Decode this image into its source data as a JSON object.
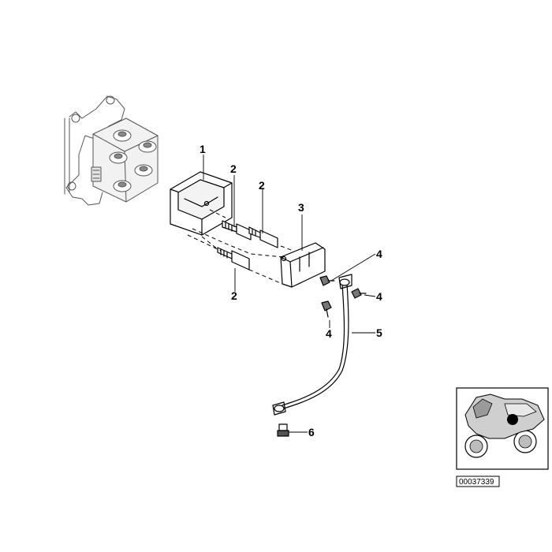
{
  "callouts": {
    "p1": "1",
    "p2a": "2",
    "p2b": "2",
    "p2c": "2",
    "p3": "3",
    "p4a": "4",
    "p4b": "4",
    "p4c": "4",
    "p5": "5",
    "p6": "6"
  },
  "inset": {
    "reference_code": "00037339"
  }
}
